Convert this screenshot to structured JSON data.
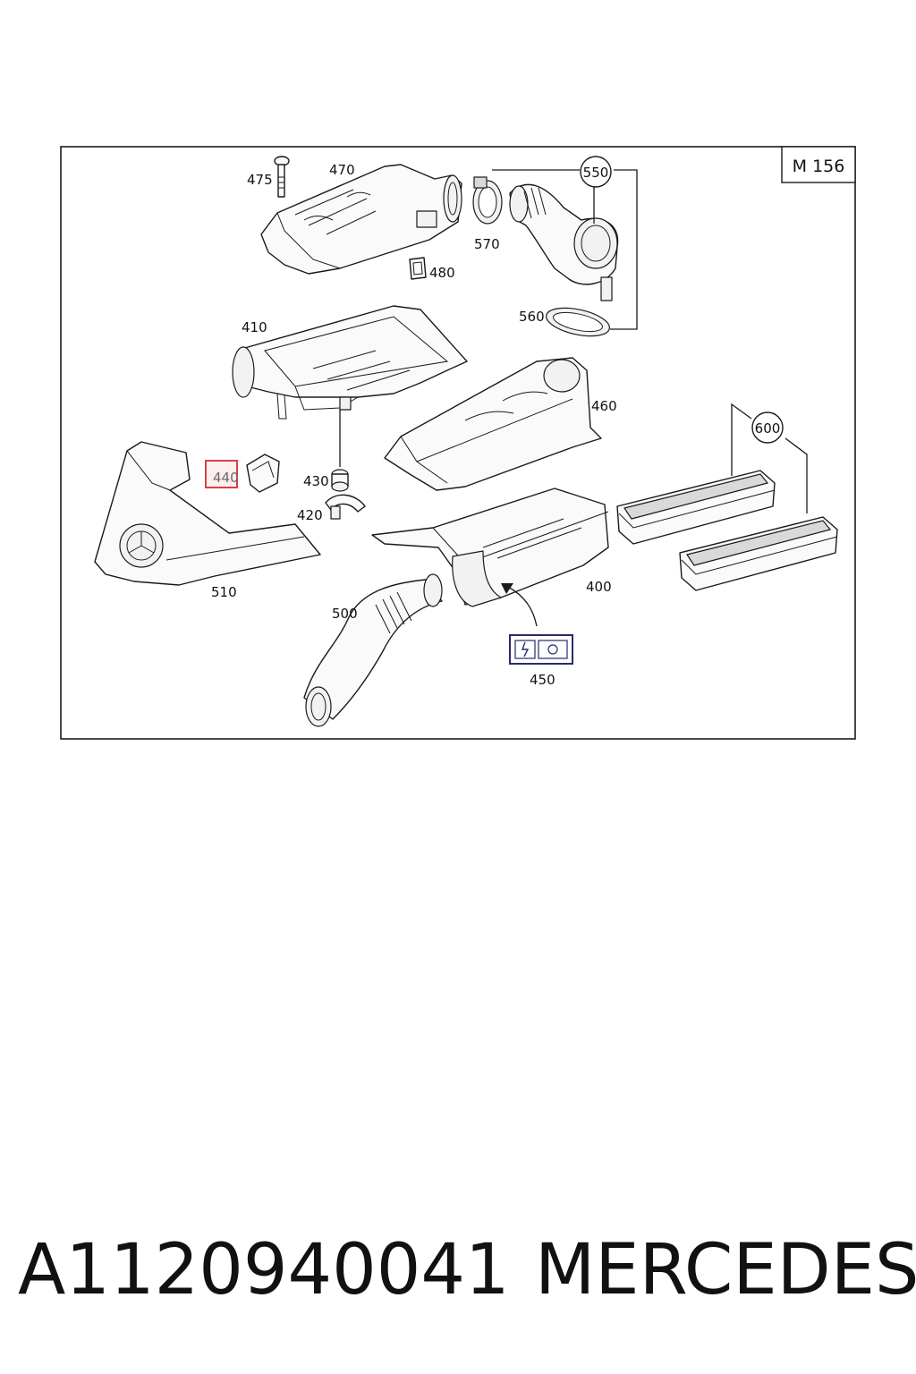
{
  "diagram": {
    "model_code": "M 156",
    "highlight_color": "#e03c4a",
    "parts": [
      {
        "id": "475",
        "label": "475"
      },
      {
        "id": "470",
        "label": "470"
      },
      {
        "id": "480",
        "label": "480"
      },
      {
        "id": "570",
        "label": "570"
      },
      {
        "id": "550",
        "label": "550"
      },
      {
        "id": "560",
        "label": "560"
      },
      {
        "id": "410",
        "label": "410"
      },
      {
        "id": "460",
        "label": "460"
      },
      {
        "id": "440",
        "label": "440",
        "highlighted": true
      },
      {
        "id": "430",
        "label": "430"
      },
      {
        "id": "420",
        "label": "420"
      },
      {
        "id": "600",
        "label": "600"
      },
      {
        "id": "510",
        "label": "510"
      },
      {
        "id": "400",
        "label": "400"
      },
      {
        "id": "500",
        "label": "500"
      },
      {
        "id": "450",
        "label": "450"
      }
    ]
  },
  "caption": {
    "part_number": "A1120940041",
    "brand": "MERCEDES"
  }
}
